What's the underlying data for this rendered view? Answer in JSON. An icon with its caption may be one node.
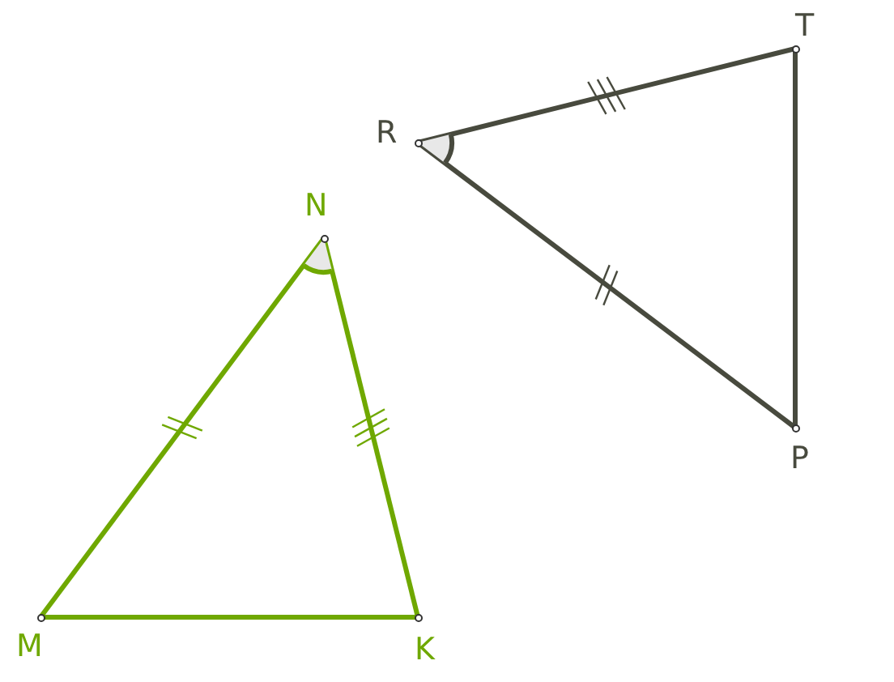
{
  "diagram": {
    "nodes": [
      {
        "text": [
          "T"
        ]
      },
      {
        "text": [
          "R"
        ]
      },
      {
        "text": [
          "N"
        ]
      },
      {
        "text": [
          "P"
        ]
      },
      {
        "text": [
          "M"
        ]
      },
      {
        "text": [
          "K"
        ]
      }
    ],
    "edges": [
      {
        "from": 4,
        "to": 2,
        "arrow": "none",
        "color": "#6fa800"
      },
      {
        "from": 2,
        "to": 5,
        "arrow": "none",
        "color": "#6fa800"
      },
      {
        "from": 4,
        "to": 5,
        "arrow": "none",
        "color": "#6fa800"
      },
      {
        "from": 1,
        "to": 0,
        "arrow": "none",
        "color": "#484a3e"
      },
      {
        "from": 0,
        "to": 3,
        "arrow": "none",
        "color": "#484a3e"
      },
      {
        "from": 1,
        "to": 3,
        "arrow": "none",
        "color": "#484a3e"
      }
    ]
  }
}
